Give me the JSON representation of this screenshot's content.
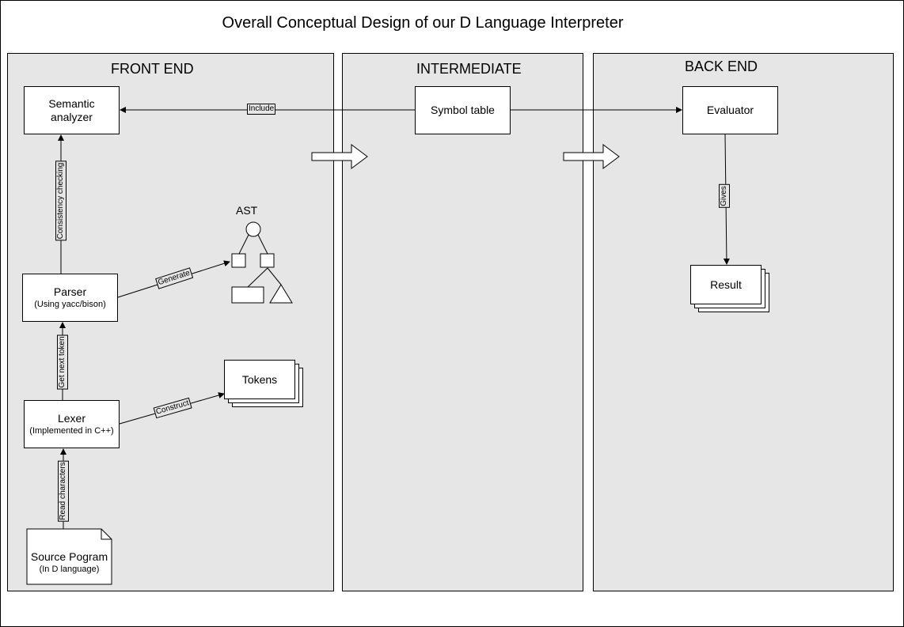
{
  "title": "Overall Conceptual Design of our D Language Interpreter",
  "panels": {
    "front_end": "FRONT END",
    "intermediate": "INTERMEDIATE",
    "back_end": "BACK END"
  },
  "nodes": {
    "semantic_analyzer": "Semantic analyzer",
    "parser": "Parser",
    "parser_sub": "(Using yacc/bison)",
    "lexer": "Lexer",
    "lexer_sub": "(Implemented in C++)",
    "source": "Source Pogram",
    "source_sub": "(In D language)",
    "tokens": "Tokens",
    "ast": "AST",
    "symbol_table": "Symbol table",
    "evaluator": "Evaluator",
    "result": "Result"
  },
  "edges": {
    "include": "Include",
    "consistency": "Consistency checking",
    "generate": "Generate",
    "get_next_token": "Get next token",
    "construct": "Construct",
    "read_characters": "Read characters",
    "gives": "Gives"
  },
  "colors": {
    "panel_fill": "#e6e6e6",
    "stroke": "#000000",
    "box_fill": "#ffffff"
  }
}
